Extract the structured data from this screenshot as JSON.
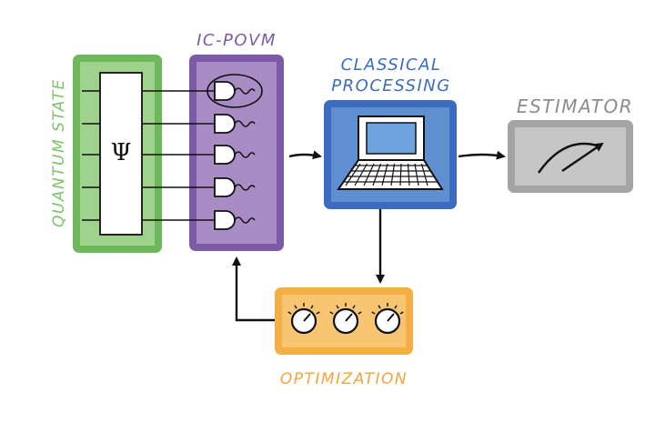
{
  "labels": {
    "quantum_state": "QUANTUM STATE",
    "psi": "Ψ",
    "ic_povm": "IC-POVM",
    "classical_line1": "CLASSICAL",
    "classical_line2": "PROCESSING",
    "estimator": "ESTIMATOR",
    "optimization": "OPTIMIZATION"
  },
  "colors": {
    "quantum_fill": "#9fd28c",
    "quantum_stroke": "#6cb85a",
    "quantum_text": "#7cc46a",
    "povm_fill": "#a98bc6",
    "povm_stroke": "#7d5aa5",
    "povm_text": "#7d5aa5",
    "classical_fill": "#5f8fd0",
    "classical_stroke": "#3c6cc0",
    "classical_text": "#3c6cc0",
    "estimator_fill": "#c6c6c6",
    "estimator_stroke": "#a4a4a4",
    "estimator_text": "#8c8c8c",
    "opt_fill": "#f7c472",
    "opt_stroke": "#f3ae45",
    "opt_text": "#f0a63a",
    "ink": "#111111"
  },
  "icons": [
    "laptop-icon",
    "meter-icon",
    "detector-icon",
    "knob-icon"
  ]
}
